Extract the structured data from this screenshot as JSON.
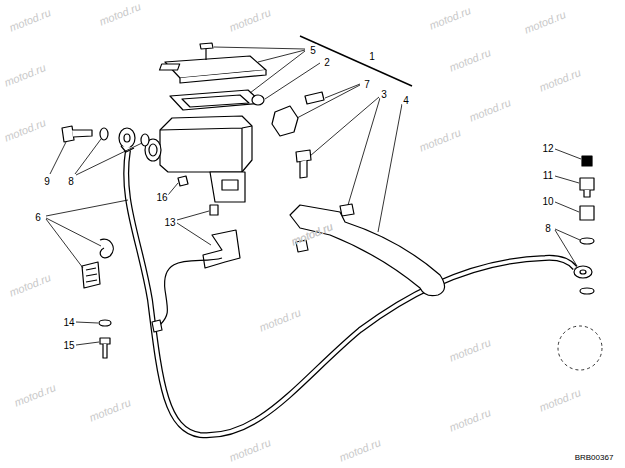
{
  "diagram": {
    "labels": [
      "1",
      "2",
      "3",
      "4",
      "5",
      "6",
      "7",
      "8",
      "9",
      "10",
      "11",
      "12",
      "13",
      "14",
      "15",
      "16",
      "8",
      "BRB00367",
      "motod.ru",
      "motod.ru",
      "motod.ru",
      "motod.ru",
      "motod.ru",
      "motod.ru",
      "motod.ru",
      "motod.ru",
      "motod.ru",
      "motod.ru",
      "motod.ru",
      "motod.ru",
      "motod.ru",
      "motod.ru",
      "motod.ru",
      "motod.ru",
      "motod.ru",
      "motod.ru",
      "motod.ru",
      "motod.ru",
      "motod.ru",
      "motod.ru"
    ]
  }
}
